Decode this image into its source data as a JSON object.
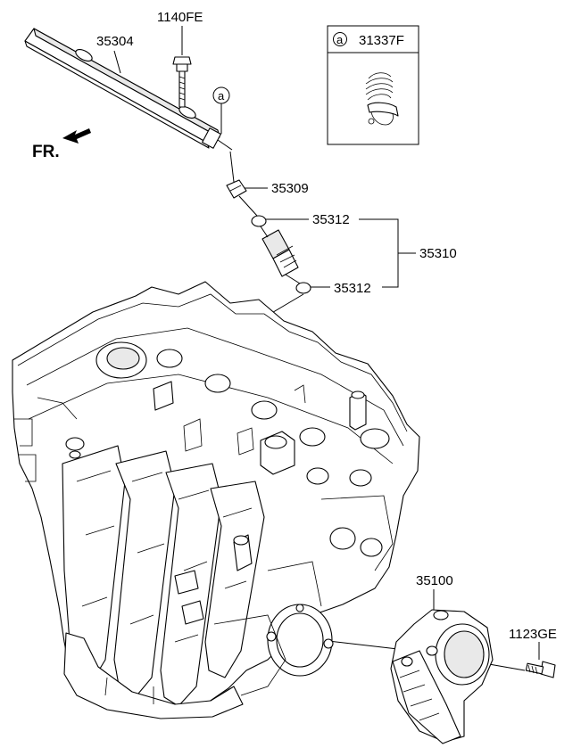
{
  "labels": {
    "fuel_rail": "35304",
    "bolt_top": "1140FE",
    "clip": "35309",
    "oring_upper": "35312",
    "oring_lower": "35312",
    "injector_assy": "35310",
    "throttle_body": "35100",
    "bolt_throttle": "1123GE",
    "callout_letter": "a",
    "callout_part": "31337F",
    "front_marker": "FR."
  }
}
